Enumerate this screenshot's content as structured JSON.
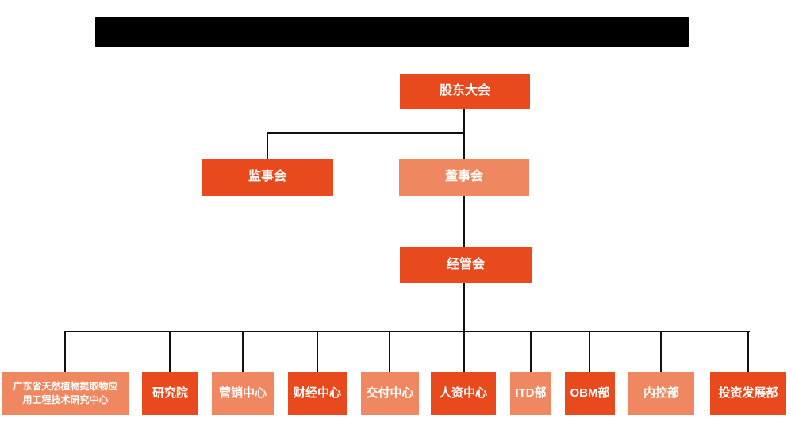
{
  "page": {
    "title_bar": {
      "type": "redacted-black-bar",
      "note": "solid black rectangle covering the chart title"
    }
  },
  "colors": {
    "primary": "#E8491D",
    "secondary": "#EF8760",
    "line": "#111111",
    "box_text": "#FFFFFF",
    "redaction": "#000000",
    "page_bg": "#FFFFFF"
  },
  "org_chart": {
    "root": {
      "label": "股东大会",
      "variant": "primary"
    },
    "level2": [
      {
        "label": "监事会",
        "variant": "primary"
      },
      {
        "label": "董事会",
        "variant": "secondary"
      }
    ],
    "level3": {
      "label": "经管会",
      "variant": "primary"
    },
    "departments": [
      {
        "label": "广东省天然植物提取物应用工程技术研究中心",
        "variant": "secondary"
      },
      {
        "label": "研究院",
        "variant": "primary"
      },
      {
        "label": "营销中心",
        "variant": "secondary"
      },
      {
        "label": "财经中心",
        "variant": "primary"
      },
      {
        "label": "交付中心",
        "variant": "secondary"
      },
      {
        "label": "人资中心",
        "variant": "primary"
      },
      {
        "label": "ITD部",
        "variant": "secondary"
      },
      {
        "label": "OBM部",
        "variant": "primary"
      },
      {
        "label": "内控部",
        "variant": "secondary"
      },
      {
        "label": "投资发展部",
        "variant": "primary"
      }
    ]
  }
}
